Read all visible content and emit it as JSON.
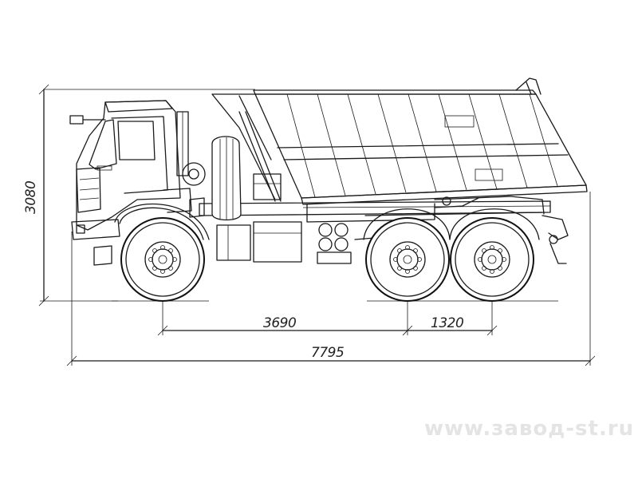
{
  "drawing": {
    "dimensions": {
      "height": "3080",
      "wheelbase_front": "3690",
      "wheelbase_rear": "1320",
      "overall_length": "7795"
    },
    "watermark": "www.завод-st.ru",
    "colors": {
      "line": "#1a1a1a",
      "background": "#ffffff",
      "watermark": "#e4e4e4"
    }
  }
}
